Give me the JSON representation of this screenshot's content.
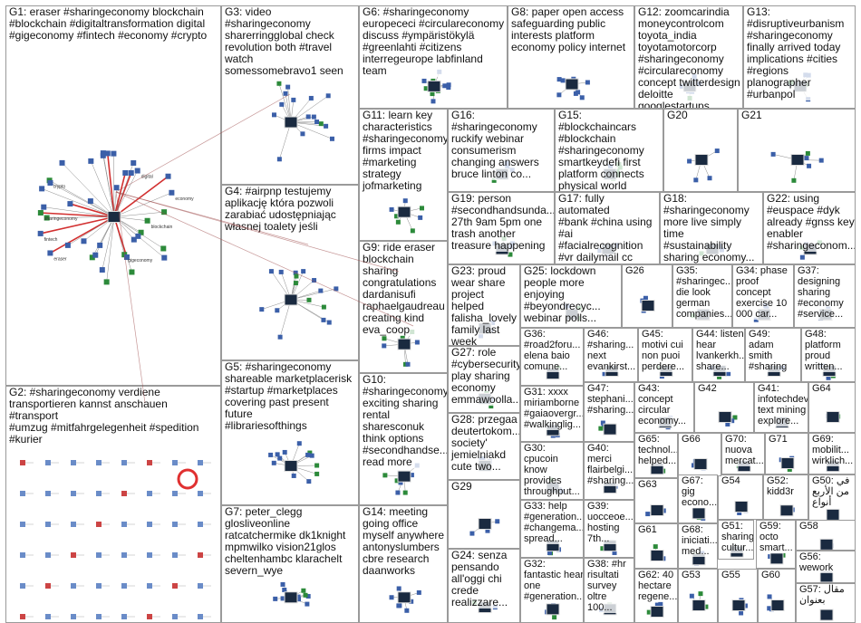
{
  "groups": [
    {
      "id": "G1",
      "label": "G1: eraser #sharingeconomy blockchain\n#blockchain #digitaltransformation digital\n#gigeconomy #fintech #economy #crypto"
    },
    {
      "id": "G2",
      "label": "G2: #sharingeconomy verdiene\ntransportieren kannst anschauen #transport\n#umzug #mitfahrgelegenheit #spedition\n#kurier"
    },
    {
      "id": "G3",
      "label": "G3: video #sharingeconomy\nsharerringglobal check\nrevolution both #travel watch\nsomessomebravo1 seen"
    },
    {
      "id": "G4",
      "label": "G4: #airpnp testujemy\naplikację która pozwoli\nzarabiać udostępniając\nwłasnej toalety jeśli"
    },
    {
      "id": "G5",
      "label": "G5: #sharingeconomy\nshareable marketplacerisk\n#startup #marketplaces\ncovering past present future\n#librariesofthings"
    },
    {
      "id": "G6",
      "label": "G6: #sharingeconomy\neuropececi #circulareconomy\ndiscuss #ympäristökylä\n#greenlahti #citizens\ninterregeurope labfinland\nteam"
    },
    {
      "id": "G7",
      "label": "G7: peter_clegg\nglosliveonline\nratcatchermike dk1knight\nmpmwilko vision21glos\ncheltenhambc klarachelt\nsevern_wye"
    },
    {
      "id": "G8",
      "label": "G8: paper open access\nsafeguarding public\ninterests platform\neconomy policy internet"
    },
    {
      "id": "G9",
      "label": "G9: ride eraser\nblockchain\nsharing\ncongratulations\ndardanisufi\nraphaelgaudreau\ncreating kind\neva_coop"
    },
    {
      "id": "G10",
      "label": "G10:\n#sharingeconomy\nexciting sharing\nrental sharesconuk\nthink options\n#secondhandse...\nread more"
    },
    {
      "id": "G11",
      "label": "G11: learn key\ncharacteristics\n#sharingeconomy\nfirms impact\n#marketing\nstrategy\njofmarketing"
    },
    {
      "id": "G12",
      "label": "G12: zoomcarindia\nmoneycontrolcom\ntoyota_india\ntoyotamotorcorp\n#sharingeconomy\n#circulareconomy\nconcept twitterdesign\ndeloitte googlestartups"
    },
    {
      "id": "G13",
      "label": "G13:\n#disruptiveurbanism\n#sharingeconomy\nfinally arrived today\nimplications #cities\n#regions\nplanographer\n#urbanpol"
    },
    {
      "id": "G14",
      "label": "G14: meeting\ngoing office\nmyself anywhere\nantonyslumbers\ncbre research\ndaanworks"
    },
    {
      "id": "G15",
      "label": "G15: #blockchaincars\n#blockchain\n#sharingeconomy\nsmartkeydefi first\nplatform connects\nphysical world"
    },
    {
      "id": "G16",
      "label": "G16:\n#sharingeconomy\nruckify webinar\nconsumerism\nchanging answers\nbruce linton co..."
    },
    {
      "id": "G17",
      "label": "G17: fully automated\n#bank #china using\n#ai #facialrecognition\n#vr dailymail cc"
    },
    {
      "id": "G18",
      "label": "G18:\n#sharingeconomy\nmore live simply time\n#sustainability\nsharing economy..."
    },
    {
      "id": "G19",
      "label": "G19: person\n#secondhandsunda...\n27th 9am 5pm one\ntrash another\ntreasure happening"
    },
    {
      "id": "G20",
      "label": "G20"
    },
    {
      "id": "G21",
      "label": "G21"
    },
    {
      "id": "G22",
      "label": "G22: using\n#euspace #dyk\nalready #gnss key\nenabler\n#sharingeconom..."
    },
    {
      "id": "G23",
      "label": "G23: proud\nwear share\nproject helped\nfalisha_lovely\nfamily last\nweek"
    },
    {
      "id": "G24",
      "label": "G24: senza\npensando\nall'oggi chi\ncrede\nrealizzare..."
    },
    {
      "id": "G25",
      "label": "G25: lockdown\npeople more\nenjoying\n#beyondrecyc...\nwebinar polls..."
    },
    {
      "id": "G26",
      "label": "G26"
    },
    {
      "id": "G27",
      "label": "G27: role\n#cybersecurity\nplay sharing\neconomy\nemmawoolla..."
    },
    {
      "id": "G28",
      "label": "G28: przegaa\ndeutertokom...\nsociety'\njemielniakd\ncute two..."
    },
    {
      "id": "G29",
      "label": "G29"
    },
    {
      "id": "G30",
      "label": "G30: cpucoin\nknow\nprovides\nthroughput..."
    },
    {
      "id": "G31",
      "label": "G31: xxxx\nmiriamborne\n#gaiaovergr...\n#walkinglig..."
    },
    {
      "id": "G32",
      "label": "G32:\nfantastic hear\none\n#generation..."
    },
    {
      "id": "G33",
      "label": "G33: help\n#generation...\n#changema...\nspread..."
    },
    {
      "id": "G34",
      "label": "G34: phase\nproof\nconcept\nexercise 10\n000 car..."
    },
    {
      "id": "G35",
      "label": "G35:\n#sharingec...\ndie look\ngerman\ncompanies..."
    },
    {
      "id": "G36",
      "label": "G36:\n#road2foru...\nelena baio\ncomune..."
    },
    {
      "id": "G37",
      "label": "G37:\ndesigning\nsharing\n#economy\n#service..."
    },
    {
      "id": "G38",
      "label": "G38: #hr\nrisultati\nsurvey\noltre 100..."
    },
    {
      "id": "G39",
      "label": "G39:\nuocceoe...\nhosting\n7th..."
    },
    {
      "id": "G40",
      "label": "G40:\nmerci\nflairbelgi...\n#sharing..."
    },
    {
      "id": "G41",
      "label": "G41:\ninfotechdev\ntext mining\nexplore..."
    },
    {
      "id": "G42",
      "label": "G42"
    },
    {
      "id": "G43",
      "label": "G43:\nconcept\ncircular\neconomy..."
    },
    {
      "id": "G44",
      "label": "G44: listen\nhear\nlvankerkh...\nshare..."
    },
    {
      "id": "G45",
      "label": "G45:\nmotivi cui\nnon puoi\nperdere..."
    },
    {
      "id": "G46",
      "label": "G46:\n#sharing...\nnext\nevankirst..."
    },
    {
      "id": "G47",
      "label": "G47:\nstephani...\n#sharing..."
    },
    {
      "id": "G48",
      "label": "G48:\nplatform\nproud\nwritten..."
    },
    {
      "id": "G49",
      "label": "G49:\nadam\nsmith\n#sharing"
    },
    {
      "id": "G50",
      "label": "G50: في\nمن الأربع\nأنواع"
    },
    {
      "id": "G51",
      "label": "G51:\nsharing\ncultur..."
    },
    {
      "id": "G52",
      "label": "G52:\nkidd3r"
    },
    {
      "id": "G53",
      "label": "G53"
    },
    {
      "id": "G54",
      "label": "G54"
    },
    {
      "id": "G55",
      "label": "G55"
    },
    {
      "id": "G56",
      "label": "G56:\nwework"
    },
    {
      "id": "G57",
      "label": "G57: مقال\nبعنوان"
    },
    {
      "id": "G58",
      "label": "G58"
    },
    {
      "id": "G59",
      "label": "G59:\nocto\nsmart..."
    },
    {
      "id": "G60",
      "label": "G60"
    },
    {
      "id": "G61",
      "label": "G61"
    },
    {
      "id": "G62",
      "label": "G62: 40\nhectare\nregene..."
    },
    {
      "id": "G63",
      "label": "G63"
    },
    {
      "id": "G64",
      "label": "G64"
    },
    {
      "id": "G65",
      "label": "G65:\ntechnol...\nhelped..."
    },
    {
      "id": "G66",
      "label": "G66"
    },
    {
      "id": "G67",
      "label": "G67:\ngig\necono..."
    },
    {
      "id": "G68",
      "label": "G68:\niniciati...\nmed..."
    },
    {
      "id": "G69",
      "label": "G69:\nmobilit...\nwirklich..."
    },
    {
      "id": "G70",
      "label": "G70:\nnuova\nmercat..."
    },
    {
      "id": "G71",
      "label": "G71"
    }
  ],
  "g1_node_labels": [
    "eraser",
    "blockchain",
    "sharingeconomy",
    "gigeconomy",
    "fintech",
    "crypto",
    "economy",
    "digital"
  ],
  "colors": {
    "panel_border": "#9a9a9a",
    "edge": "#8a8a8a",
    "edge_strong": "#d23030",
    "node_fill": "#3b5fa8",
    "label_text": "#111111"
  }
}
